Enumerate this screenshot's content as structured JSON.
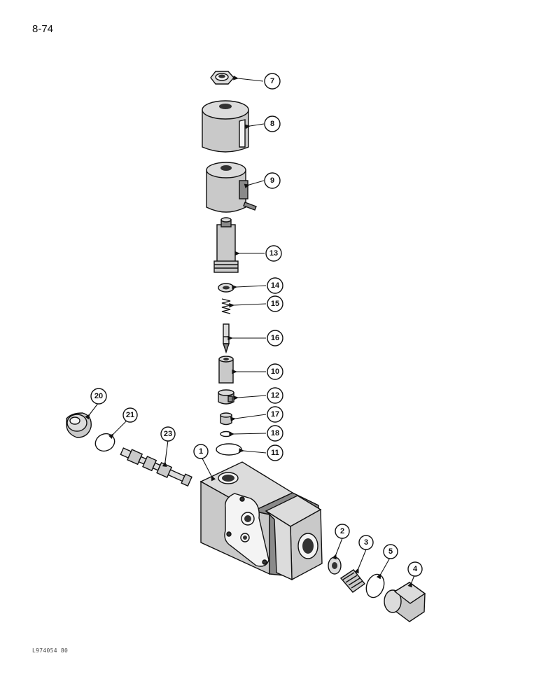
{
  "page": {
    "number": "8-74",
    "figure_code": "L974054 80"
  },
  "callouts": {
    "c1": "1",
    "c2": "2",
    "c3": "3",
    "c4": "4",
    "c5": "5",
    "c7": "7",
    "c8": "8",
    "c9": "9",
    "c10": "10",
    "c11": "11",
    "c12": "12",
    "c13": "13",
    "c14": "14",
    "c15": "15",
    "c16": "16",
    "c17": "17",
    "c18": "18",
    "c20": "20",
    "c21": "21",
    "c23": "23"
  }
}
